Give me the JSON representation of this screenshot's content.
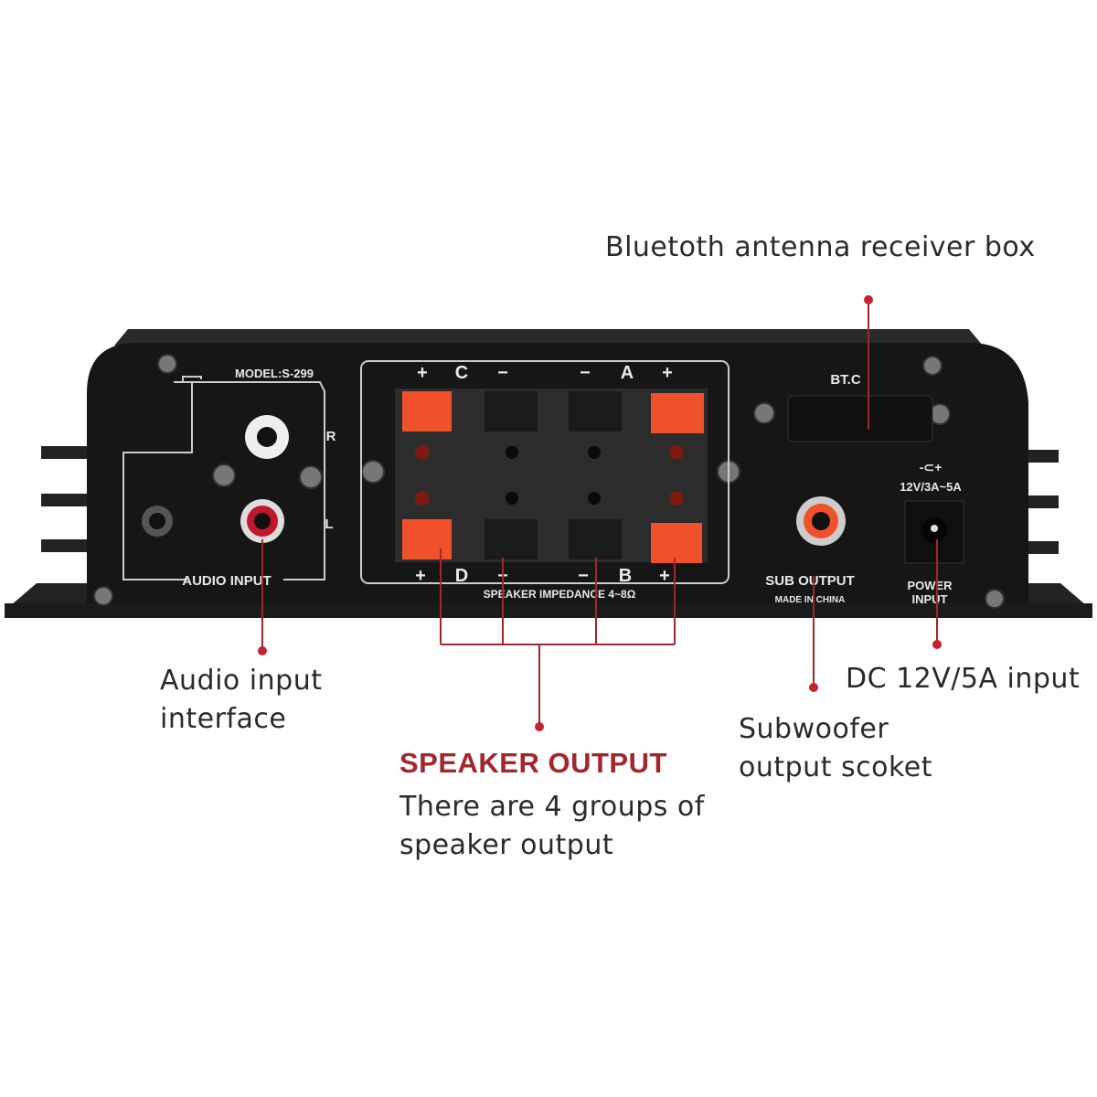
{
  "callouts": {
    "bluetooth": "Bluetoth antenna receiver box",
    "audio_input": [
      "Audio input",
      "interface"
    ],
    "speaker_heading": "SPEAKER OUTPUT",
    "speaker_desc": [
      "There are 4 groups of",
      "speaker output"
    ],
    "subwoofer": [
      "Subwoofer",
      "output scoket"
    ],
    "dc_input": "DC 12V/5A input"
  },
  "panel": {
    "model": "MODEL:S-299",
    "audio_input": "AUDIO INPUT",
    "r": "R",
    "l": "L",
    "top_terminals": [
      "+",
      "C",
      "−",
      "−",
      "A",
      "+"
    ],
    "bottom_terminals": [
      "+",
      "D",
      "−",
      "−",
      "B",
      "+"
    ],
    "impedance": "SPEAKER IMPEDANCE 4~8Ω",
    "btc": "BT.C",
    "sub_output": "SUB OUTPUT",
    "made_in": "MADE IN CHINA",
    "power_rating": "12V/3A~5A",
    "power_input": [
      "POWER",
      "INPUT"
    ]
  },
  "colors": {
    "accent": "#a3262c",
    "terminal": "#f0502a",
    "body": "#161616"
  }
}
